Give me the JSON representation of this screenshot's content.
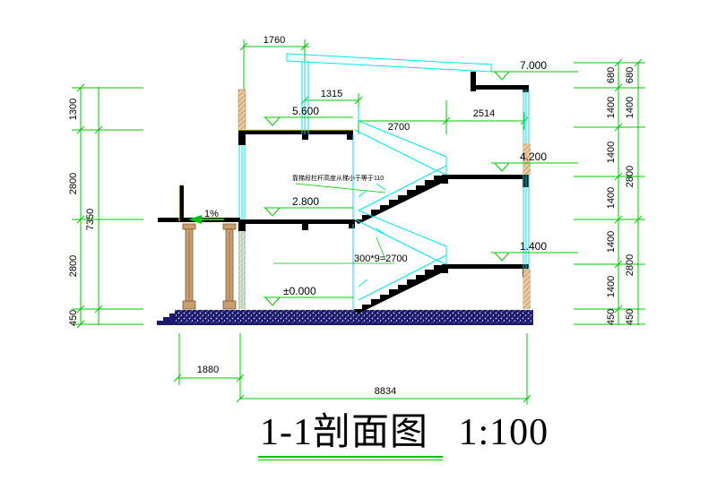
{
  "title": {
    "main": "1-1剖面图",
    "scale": "1:100"
  },
  "dimensions": {
    "top_overhang": "1760",
    "stair_offset": "1315",
    "stair_run": "2700",
    "upper_span": "2514",
    "porch_width": "1880",
    "total_length": "8834",
    "left_1300": "1300",
    "left_2800_upper": "2800",
    "left_7350": "7350",
    "left_2800_lower": "2800",
    "left_450": "450",
    "right_680_a": "680",
    "right_680_b": "680",
    "right_1400_a": "1400",
    "right_1400_b": "1400",
    "right_1400_c": "1400",
    "right_2800_a": "2800",
    "right_1400_d": "1400",
    "right_1400_e": "1400",
    "right_2800_b": "2800",
    "right_450_a": "450",
    "right_450_b": "450"
  },
  "elevations": {
    "roof": "7.000",
    "level_5600": "5.600",
    "level_4200": "4.200",
    "level_2800": "2.800",
    "level_1400": "1.400",
    "ground": "±0.000"
  },
  "annotations": {
    "stair_step_note": "300*9=2700",
    "railing_note": "靠梯段栏杆高度从梯小于等于110",
    "porch_slope": "1%"
  },
  "colors": {
    "dimension_lines": "#00c800",
    "cyan_lines": "#00e5ee",
    "beams": "#000000",
    "section_fill": "#1a1a6e",
    "column_fill": "#c8a070",
    "title_underline": "#00c800"
  }
}
